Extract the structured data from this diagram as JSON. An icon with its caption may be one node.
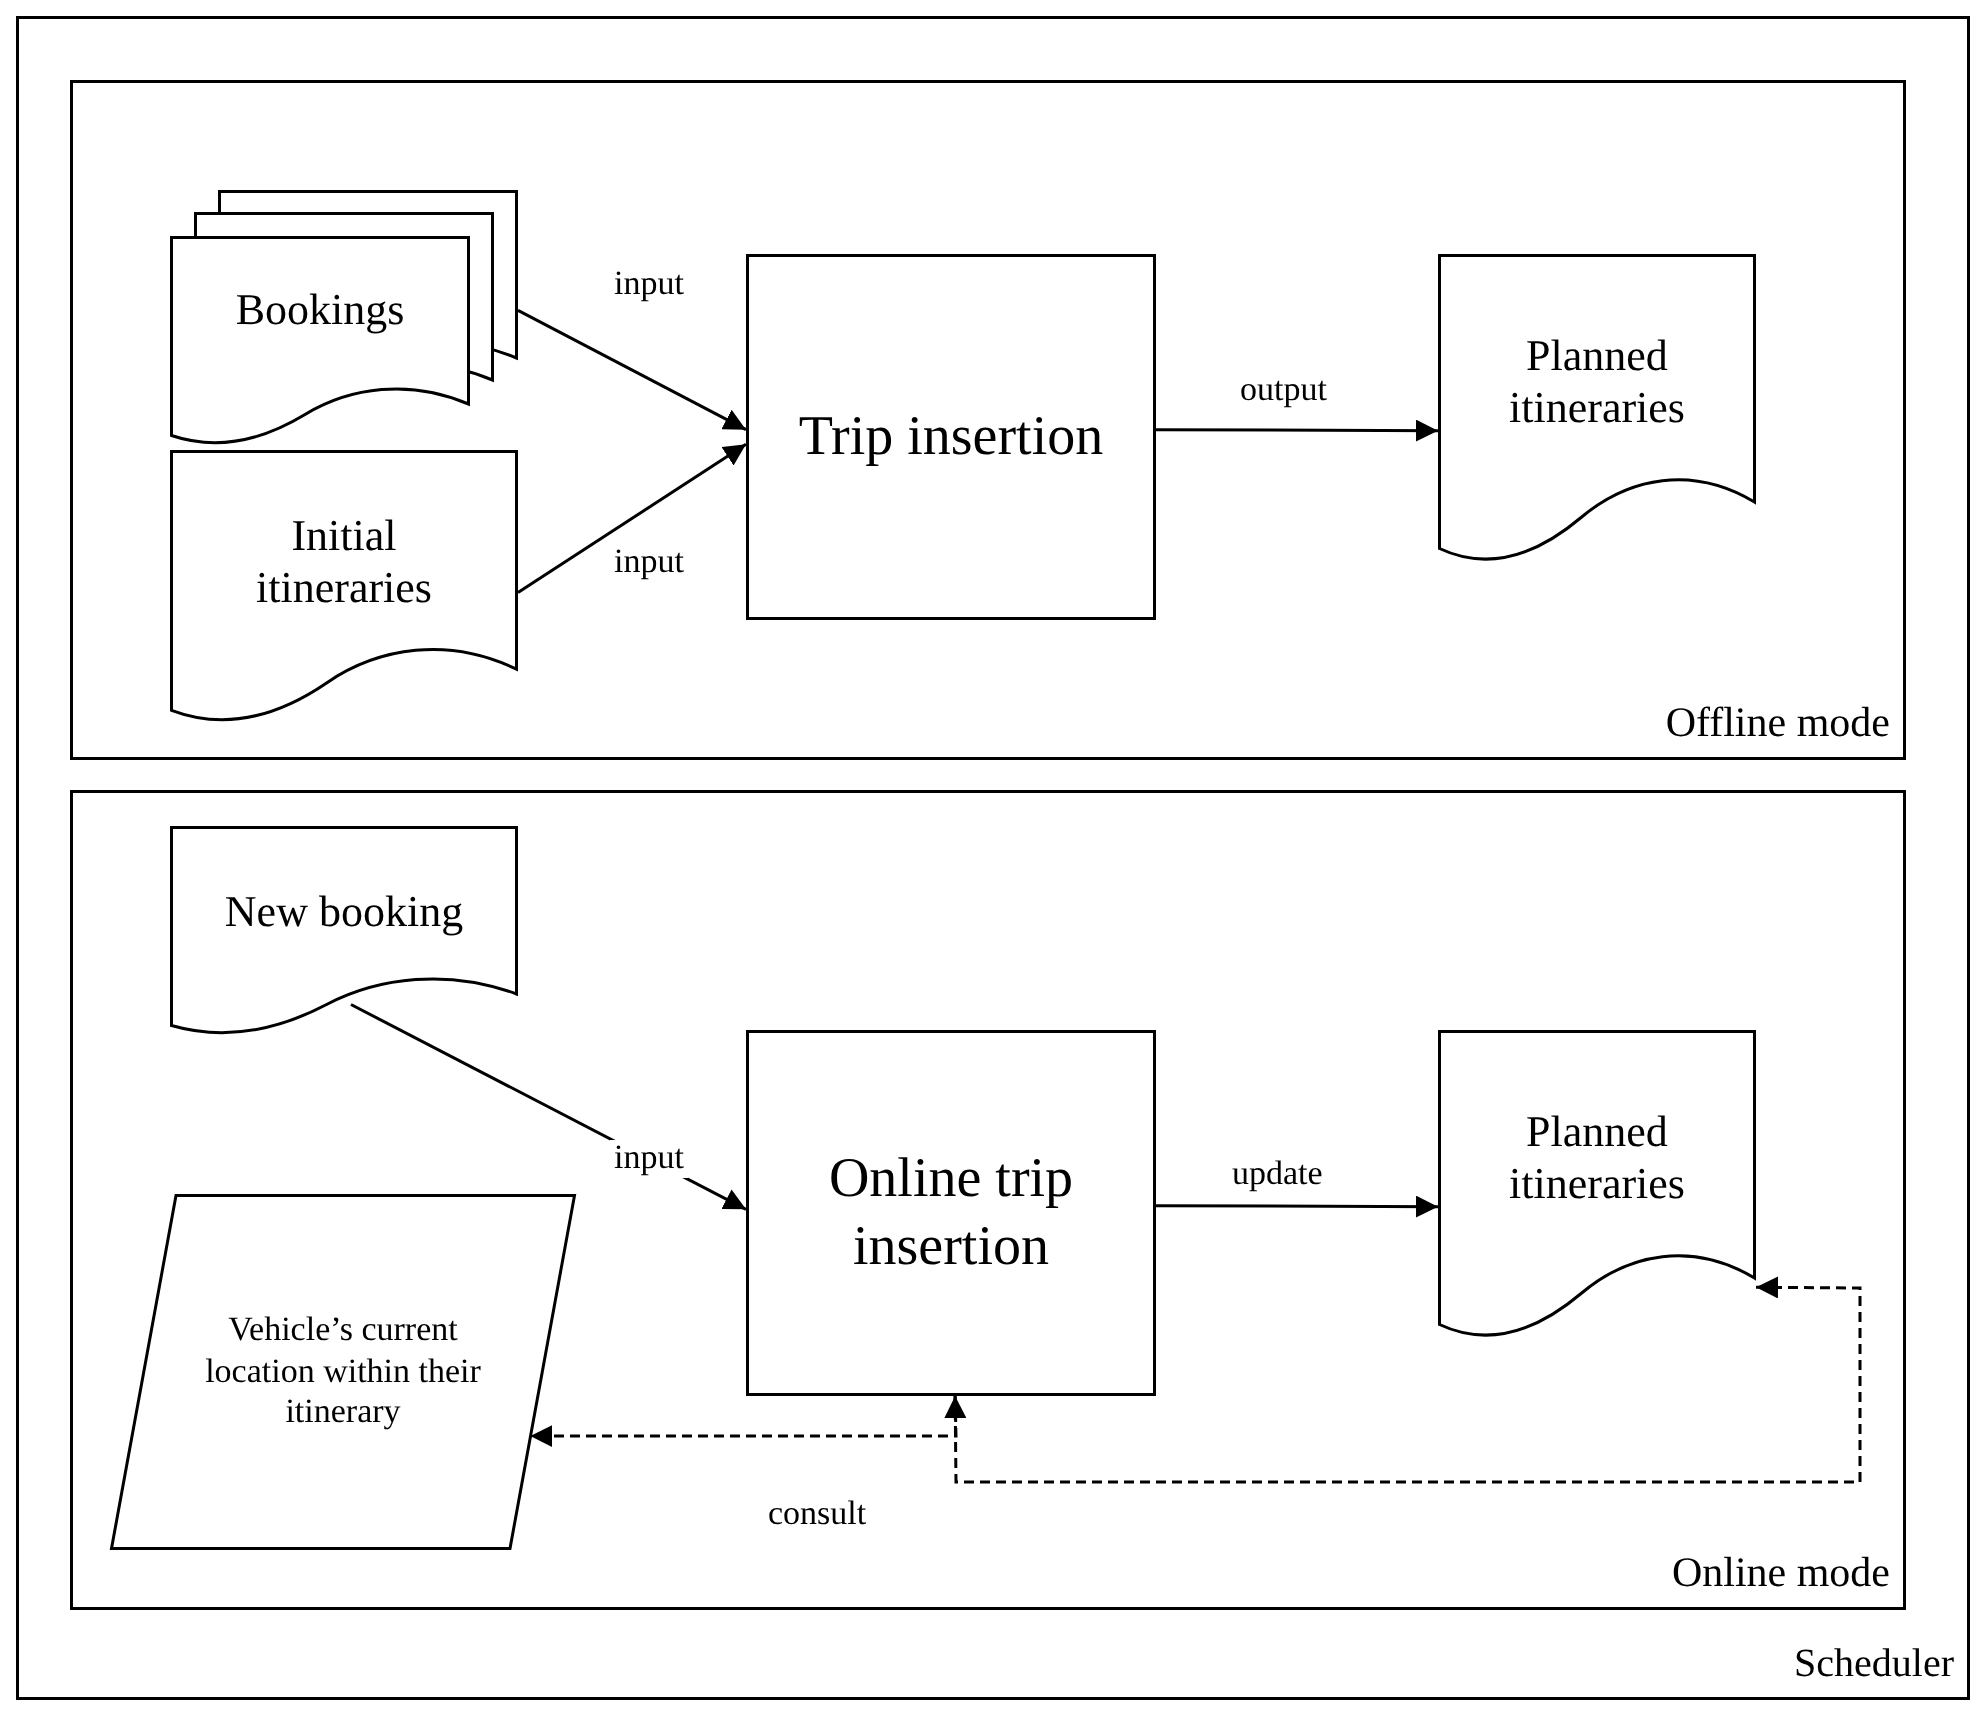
{
  "diagram": {
    "nodes": [
      {
        "text": [
          "Scheduler"
        ]
      },
      {
        "text": [
          "Offline mode"
        ],
        "in": 0
      },
      {
        "text": [
          "Bookings"
        ],
        "in": 1
      },
      {
        "text": [
          "Initial itineraries"
        ],
        "in": 1
      },
      {
        "text": [
          "Trip insertion"
        ],
        "in": 1
      },
      {
        "text": [
          "Planned itineraries"
        ],
        "in": 1
      },
      {
        "text": [
          "Online mode"
        ],
        "in": 0
      },
      {
        "text": [
          "New booking"
        ],
        "in": 6
      },
      {
        "text": [
          "Online trip insertion"
        ],
        "in": 6
      },
      {
        "text": [
          "Planned itineraries"
        ],
        "in": 6
      },
      {
        "text": [
          "Vehicle’s current location within their itinerary"
        ],
        "in": 6
      }
    ],
    "edges": [
      {
        "from": 2,
        "to": 4,
        "arrow": "to",
        "label": "input"
      },
      {
        "from": 3,
        "to": 4,
        "arrow": "to",
        "label": "input"
      },
      {
        "from": 4,
        "to": 5,
        "arrow": "to",
        "label": "output"
      },
      {
        "from": 7,
        "to": 8,
        "arrow": "to",
        "label": "input"
      },
      {
        "from": 8,
        "to": 9,
        "arrow": "to",
        "label": "update"
      },
      {
        "from": 9,
        "to": 8,
        "arrow": "both",
        "style": "dashed"
      },
      {
        "from": 8,
        "to": 10,
        "arrow": "to",
        "style": "dashed",
        "label": "consult"
      }
    ]
  }
}
